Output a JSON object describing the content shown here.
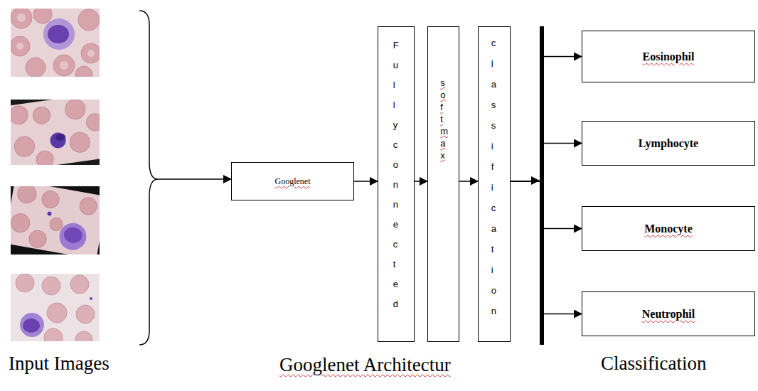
{
  "diagram": {
    "nodes": [
      {
        "text": [
          "Googlenet"
        ]
      },
      {
        "text": [
          "Fully connected"
        ]
      },
      {
        "text": [
          "softmax"
        ]
      },
      {
        "text": [
          "classification"
        ]
      },
      {
        "text": [
          "Eosinophil"
        ]
      },
      {
        "text": [
          "Lymphocyte"
        ]
      },
      {
        "text": [
          "Monocyte"
        ]
      },
      {
        "text": [
          "Neutrophil"
        ]
      }
    ],
    "edges": [
      {
        "from": 0,
        "to": 1,
        "arrow": "to"
      },
      {
        "from": 1,
        "to": 2,
        "arrow": "to"
      },
      {
        "from": 2,
        "to": 3,
        "arrow": "to"
      },
      {
        "from": 3,
        "to": 4,
        "arrow": "to"
      },
      {
        "from": 3,
        "to": 5,
        "arrow": "to"
      },
      {
        "from": 3,
        "to": 6,
        "arrow": "to"
      },
      {
        "from": 3,
        "to": 7,
        "arrow": "to"
      }
    ],
    "labels": [
      "Input Images",
      "Googlenet Architectur",
      "Classification"
    ]
  }
}
